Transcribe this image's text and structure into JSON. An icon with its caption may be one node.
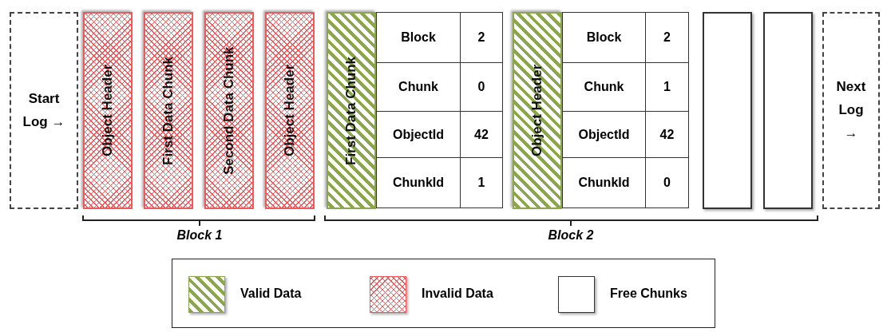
{
  "diagram": {
    "nodes": [
      {
        "text": [
          "Start Log →"
        ]
      },
      {
        "text": [
          "Object Header"
        ]
      },
      {
        "text": [
          "First Data Chunk"
        ]
      },
      {
        "text": [
          "Second Data Chunk"
        ]
      },
      {
        "text": [
          "Object Header"
        ]
      },
      {
        "text": [
          "First Data Chunk"
        ]
      },
      {
        "text": [
          "Object Header"
        ]
      },
      {
        "text": [],
        "shape": "box"
      },
      {
        "text": [],
        "shape": "box"
      },
      {
        "text": [
          "Next Log →"
        ]
      }
    ],
    "labels": [
      "Block",
      "2",
      "Chunk",
      "0",
      "ObjectId",
      "42",
      "ChunkId",
      "1",
      "Block",
      "2",
      "Chunk",
      "1",
      "ObjectId",
      "42",
      "ChunkId",
      "0",
      "Block 1",
      "Block 2"
    ],
    "legend": [
      {
        "text": "Valid Data",
        "color": "#8aa84a"
      },
      {
        "text": "Invalid Data",
        "color": "#f0585c"
      },
      {
        "text": "Free Chunks",
        "color": "#ffffff"
      }
    ]
  }
}
